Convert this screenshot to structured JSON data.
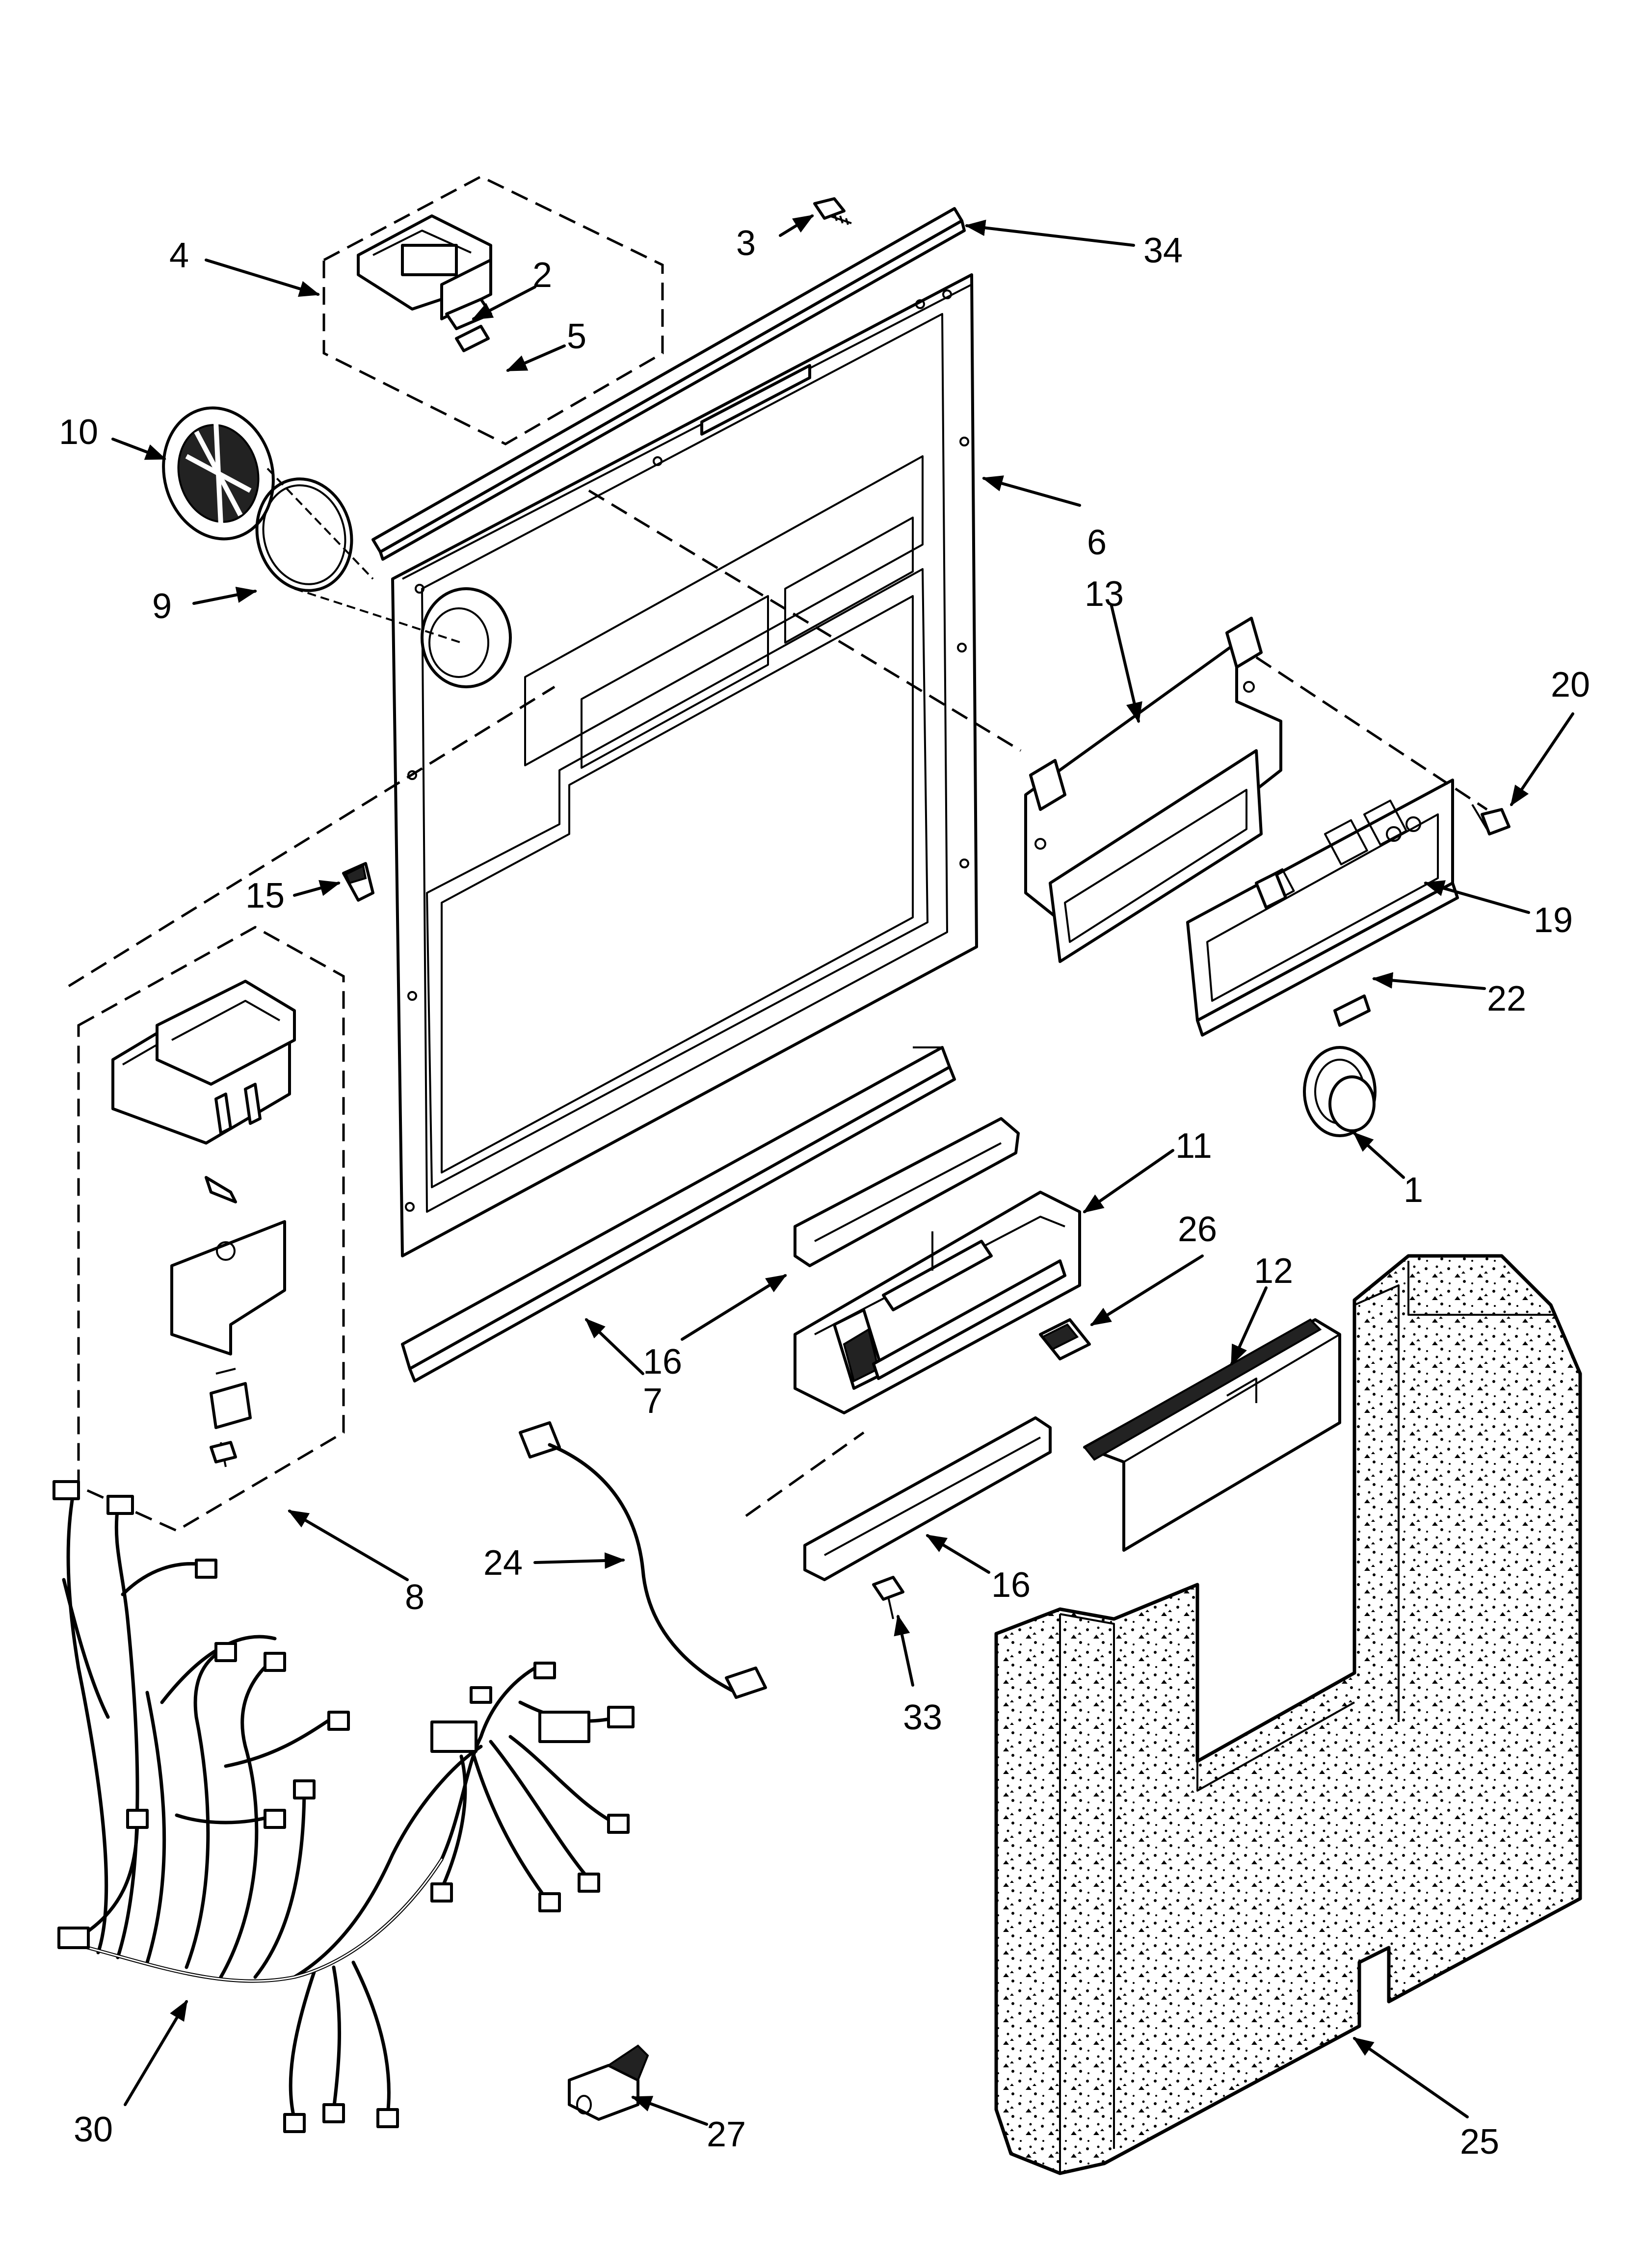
{
  "callouts": [
    {
      "id": "c1",
      "text": "1"
    },
    {
      "id": "c2",
      "text": "2"
    },
    {
      "id": "c3",
      "text": "3"
    },
    {
      "id": "c4",
      "text": "4"
    },
    {
      "id": "c5",
      "text": "5"
    },
    {
      "id": "c6",
      "text": "6"
    },
    {
      "id": "c7",
      "text": "7"
    },
    {
      "id": "c8",
      "text": "8"
    },
    {
      "id": "c9",
      "text": "9"
    },
    {
      "id": "c10",
      "text": "10"
    },
    {
      "id": "c11",
      "text": "11"
    },
    {
      "id": "c12",
      "text": "12"
    },
    {
      "id": "c13",
      "text": "13"
    },
    {
      "id": "c15",
      "text": "15"
    },
    {
      "id": "c16a",
      "text": "16"
    },
    {
      "id": "c16b",
      "text": "16"
    },
    {
      "id": "c19",
      "text": "19"
    },
    {
      "id": "c20",
      "text": "20"
    },
    {
      "id": "c22",
      "text": "22"
    },
    {
      "id": "c24",
      "text": "24"
    },
    {
      "id": "c25",
      "text": "25"
    },
    {
      "id": "c26",
      "text": "26"
    },
    {
      "id": "c27",
      "text": "27"
    },
    {
      "id": "c30",
      "text": "30"
    },
    {
      "id": "c33",
      "text": "33"
    },
    {
      "id": "c34",
      "text": "34"
    }
  ]
}
